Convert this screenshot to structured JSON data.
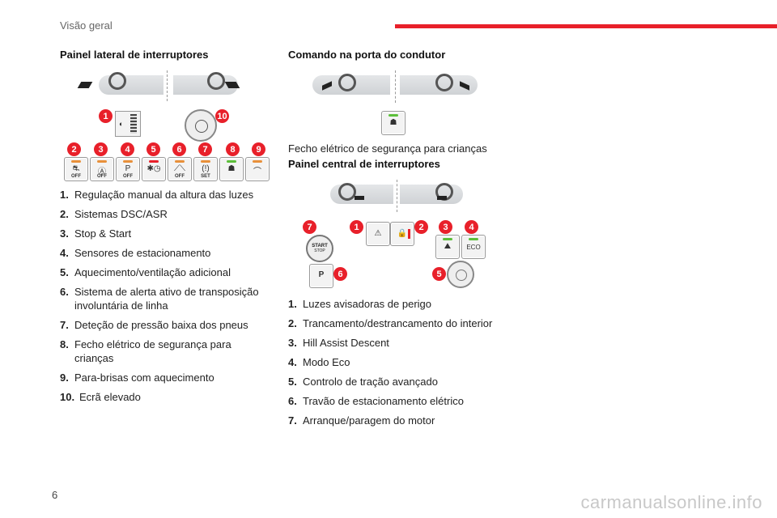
{
  "header": {
    "section_title": "Visão geral"
  },
  "page_number": "6",
  "watermark": "carmanualsonline.info",
  "left": {
    "title": "Painel lateral de interruptores",
    "badges": [
      "1",
      "2",
      "3",
      "4",
      "5",
      "6",
      "7",
      "8",
      "9",
      "10"
    ],
    "switch_labels": [
      "OFF",
      "OFF",
      "OFF",
      "",
      "OFF",
      "SET",
      "",
      ""
    ],
    "items": [
      {
        "num": "1.",
        "text": "Regulação manual da altura das luzes"
      },
      {
        "num": "2.",
        "text": "Sistemas DSC/ASR"
      },
      {
        "num": "3.",
        "text": "Stop & Start"
      },
      {
        "num": "4.",
        "text": "Sensores de estacionamento"
      },
      {
        "num": "5.",
        "text": "Aquecimento/ventilação adicional"
      },
      {
        "num": "6.",
        "text": "Sistema de alerta ativo de transposição involuntária de linha"
      },
      {
        "num": "7.",
        "text": "Deteção de pressão baixa dos pneus"
      },
      {
        "num": "8.",
        "text": "Fecho elétrico de segurança para crianças"
      },
      {
        "num": "9.",
        "text": "Para-brisas com aquecimento"
      },
      {
        "num": "10.",
        "text": "Ecrã elevado"
      }
    ]
  },
  "right": {
    "door_title": "Comando na porta do condutor",
    "door_caption": "Fecho elétrico de segurança para crianças",
    "center_title": "Painel central de interruptores",
    "badges": [
      "7",
      "1",
      "2",
      "3",
      "4",
      "6",
      "5"
    ],
    "start_label_1": "START",
    "start_label_2": "STOP",
    "eco_label": "ECO",
    "park_label": "P",
    "items": [
      {
        "num": "1.",
        "text": "Luzes avisadoras de perigo"
      },
      {
        "num": "2.",
        "text": "Trancamento/destrancamento do interior"
      },
      {
        "num": "3.",
        "text": "Hill Assist Descent"
      },
      {
        "num": "4.",
        "text": "Modo Eco"
      },
      {
        "num": "5.",
        "text": "Controlo de tração avançado"
      },
      {
        "num": "6.",
        "text": "Travão de estacionamento elétrico"
      },
      {
        "num": "7.",
        "text": "Arranque/paragem do motor"
      }
    ]
  },
  "colors": {
    "accent": "#e8202a",
    "led_orange": "#e8903a",
    "led_green": "#5cbf3a",
    "led_red": "#e8202a"
  }
}
